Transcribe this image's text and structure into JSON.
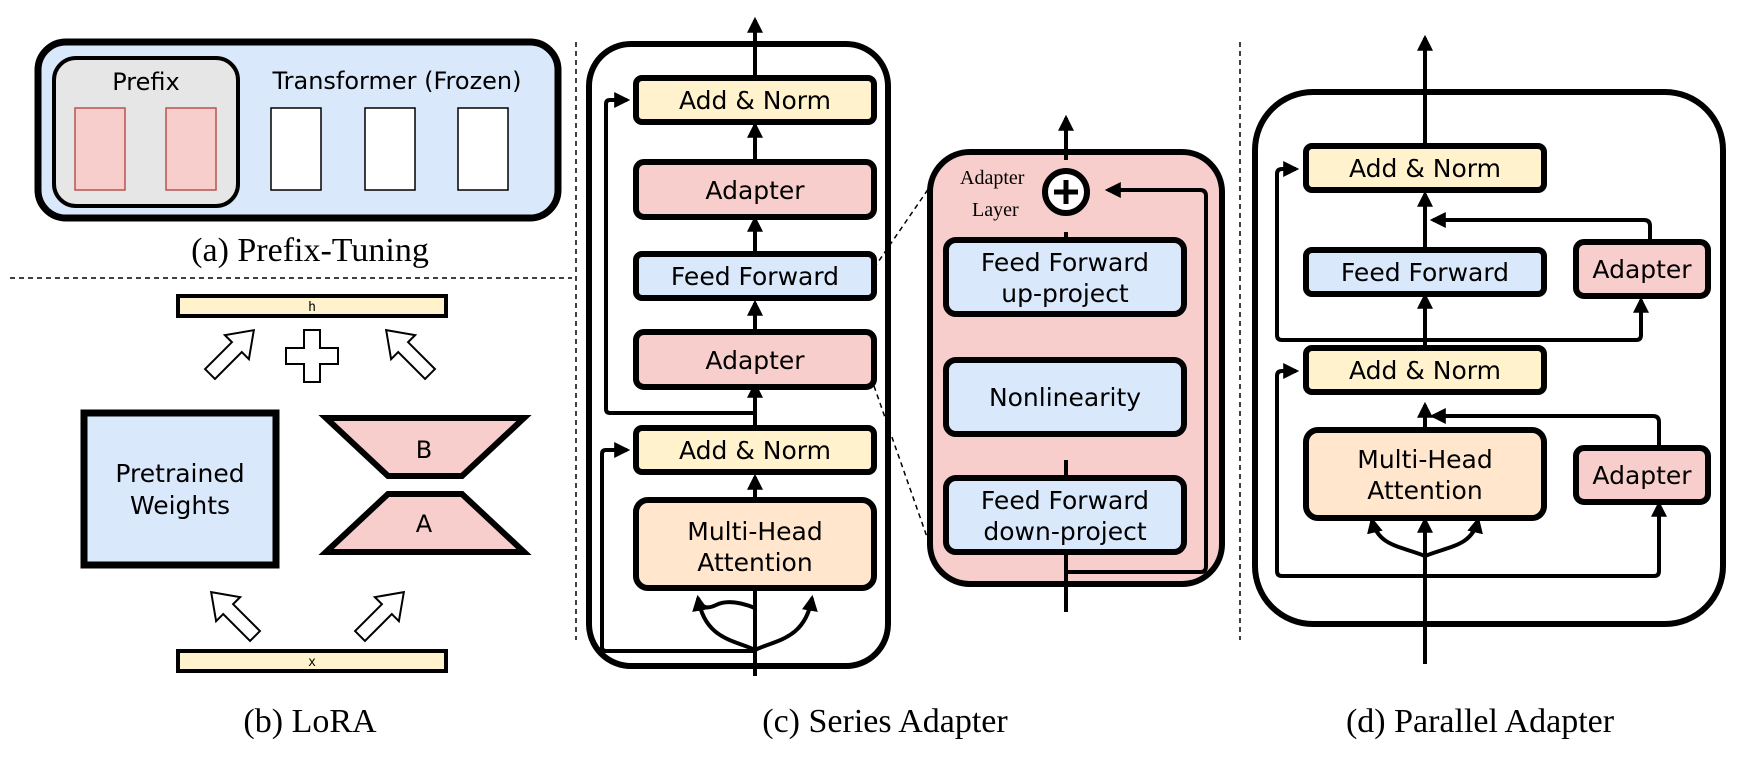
{
  "prefix_tuning": {
    "prefix_label": "Prefix",
    "transformer_label": "Transformer (Frozen)",
    "caption": "(a) Prefix-Tuning"
  },
  "lora": {
    "h_label": "h",
    "x_label": "x",
    "pretrained_line1": "Pretrained",
    "pretrained_line2": "Weights",
    "b_label": "B",
    "a_label": "A",
    "caption": "(b) LoRA"
  },
  "series_adapter": {
    "add_norm_top": "Add & Norm",
    "adapter_top": "Adapter",
    "feed_forward": "Feed Forward",
    "adapter_bottom": "Adapter",
    "add_norm_bottom": "Add & Norm",
    "mha_line1": "Multi-Head",
    "mha_line2": "Attention",
    "adapter_layer_line1": "Adapter",
    "adapter_layer_line2": "Layer",
    "ff_up_line1": "Feed Forward",
    "ff_up_line2": "up-project",
    "nonlinearity": "Nonlinearity",
    "ff_down_line1": "Feed Forward",
    "ff_down_line2": "down-project",
    "caption": "(c) Series Adapter"
  },
  "parallel_adapter": {
    "add_norm_top": "Add & Norm",
    "feed_forward": "Feed Forward",
    "adapter_top": "Adapter",
    "add_norm_bottom": "Add & Norm",
    "mha_line1": "Multi-Head",
    "mha_line2": "Attention",
    "adapter_bottom": "Adapter",
    "caption": "(d) Parallel Adapter"
  },
  "colors": {
    "blue": "#dae8fc",
    "pink": "#f8cecc",
    "yellow": "#fff2cc",
    "peach": "#ffe6cc",
    "gray": "#e6e6e6",
    "stroke": "#000000"
  }
}
